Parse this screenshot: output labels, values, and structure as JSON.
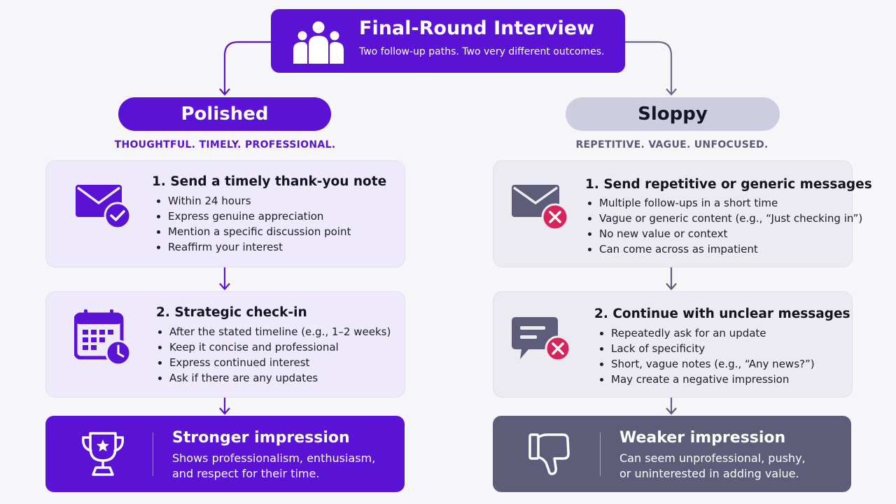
{
  "header": {
    "title": "Final-Round Interview",
    "subtitle": "Two follow-up paths. Two very different outcomes.",
    "icon": "group-people-icon"
  },
  "colors": {
    "primary": "#5a12d4",
    "neutral": "#5d5d79",
    "sloppy_pill": "#cdcde2",
    "error": "#d8245c"
  },
  "left": {
    "label": "Polished",
    "tagline": "THOUGHTFUL. TIMELY. PROFESSIONAL.",
    "step1": {
      "title": "1. Send a timely thank-you note",
      "icon": "envelope-check-icon",
      "items": [
        "Within 24 hours",
        "Express genuine appreciation",
        "Mention a specific discussion point",
        "Reaffirm your interest"
      ]
    },
    "step2": {
      "title": "2. Strategic check-in",
      "icon": "calendar-clock-icon",
      "items": [
        "After the stated timeline (e.g., 1–2 weeks)",
        "Keep it concise and professional",
        "Express continued interest",
        "Ask if there are any updates"
      ]
    },
    "outcome": {
      "title": "Stronger impression",
      "lines": [
        "Shows professionalism, enthusiasm,",
        "and respect for their time."
      ],
      "icon": "trophy-icon"
    }
  },
  "right": {
    "label": "Sloppy",
    "tagline": "REPETITIVE. VAGUE. UNFOCUSED.",
    "step1": {
      "title": "1. Send repetitive or generic messages",
      "icon": "envelope-x-icon",
      "items": [
        "Multiple follow-ups in a short time",
        "Vague or generic content (e.g., “Just checking in”)",
        "No new value or context",
        "Can come across as impatient"
      ]
    },
    "step2": {
      "title": "2. Continue with unclear messages",
      "icon": "chat-x-icon",
      "items": [
        "Repeatedly ask for an update",
        "Lack of specificity",
        "Short, vague notes (e.g., “Any news?”)",
        "May create a negative impression"
      ]
    },
    "outcome": {
      "title": "Weaker impression",
      "lines": [
        "Can seem unprofessional, pushy,",
        "or uninterested in adding value."
      ],
      "icon": "thumbs-down-icon"
    }
  }
}
